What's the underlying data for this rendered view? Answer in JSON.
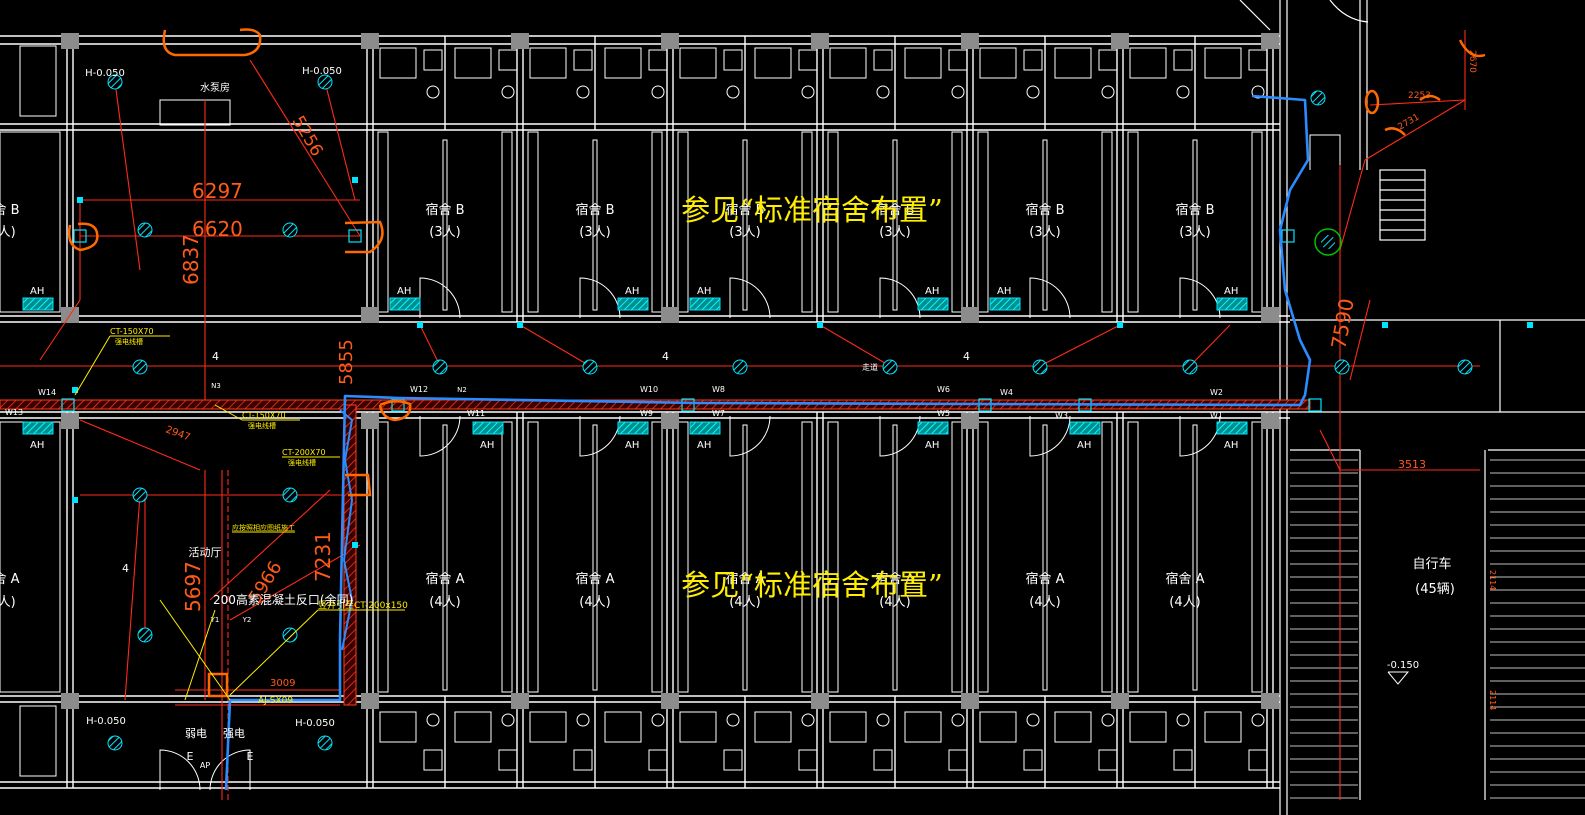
{
  "colors": {
    "background": "#000000",
    "walls": "#ffffff",
    "wall_gray": "#9a9a9a",
    "column": "#8c8c8c",
    "wiring": "#ff2a1a",
    "devices": "#00e5ff",
    "ah_box": "#00c8c8",
    "annotation": "#ffee00",
    "route_blue": "#2b8cff",
    "markup_orange": "#ff6a00",
    "green_circle": "#00c000"
  },
  "icons": {
    "light_fixture": "hatched-circle-icon",
    "ah_box": "hatched-rectangle-icon",
    "door": "door-swing-icon",
    "toilet": "toilet-icon",
    "column": "column-icon"
  },
  "labels": {
    "note_standard_top": "参见“标准宿舍布置”",
    "note_standard_bottom": "参见“标准宿舍布置”",
    "room_b_top": [
      "宿舍 B",
      "宿舍 B",
      "宿舍 B",
      "宿舍 B",
      "宿舍 B",
      "宿舍 B",
      "宿舍 B"
    ],
    "room_b_count": [
      "(3人)",
      "(3人)",
      "(3人)",
      "(3人)",
      "(3人)",
      "(3人)",
      "(3人)"
    ],
    "room_a": [
      "宿舍 A",
      "宿舍 A",
      "宿舍 A",
      "宿舍 A",
      "宿舍 A",
      "宿舍 A",
      "宿舍 A"
    ],
    "room_a_count": [
      "(4人)",
      "(4人)",
      "(4人)",
      "(4人)",
      "(4人)",
      "(4人)",
      "(4人)"
    ],
    "corridor": "走道",
    "activity_hall": "活动厅",
    "bike_room": "自行车",
    "bike_count": "(45辆)",
    "weak_elec": "弱电",
    "strong_elec": "强电",
    "water_room": "水泵房",
    "ah": "AH",
    "elev_h_left_top": "H-0.050",
    "elev_h_right_top": "H-0.050",
    "elev_h_left_bottom": "H-0.050",
    "elev_h_right_bottom": "H-0.050",
    "elev_bike": "-0.150",
    "dim_6297": "6297",
    "dim_6620": "6620",
    "dim_6837": "6837",
    "dim_5256": "5256",
    "dim_5855": "5855",
    "dim_5697": "5697",
    "dim_7231": "7231",
    "dim_5966": "5966",
    "dim_3009": "3009",
    "dim_3513": "3513",
    "dim_2947": "2947",
    "dim_7590": "7590",
    "dim_2253": "2253",
    "dim_2731": "2731",
    "dim_2670": "2670",
    "dim_2114a": "2114",
    "dim_2114b": "2114",
    "tray_ct150_a": "CT-150X70",
    "tray_ct150_b": "CT-150X70",
    "tray_ct200": "CT-200X70",
    "tray_note_a": "强电线槽",
    "tray_note_b": "强电线槽",
    "tray_note_c": "强电线槽",
    "tray_vertical": "竖井引至CT-200x150",
    "floor_note": "200高素混凝土反口(余同)",
    "shaft_note": "应按照相应图纸施工",
    "ap": "AP",
    "e_left": "E",
    "e_right": "E",
    "aj": "AJ-SX09",
    "y1": "Y1",
    "y2": "Y2",
    "n3": "N3",
    "n2": "N2",
    "w_labels": [
      "W14",
      "W13",
      "W12",
      "W11",
      "W10",
      "W9",
      "W8",
      "W7",
      "W6",
      "W5",
      "W4",
      "W3",
      "W2",
      "W1"
    ],
    "num_4": "4"
  }
}
